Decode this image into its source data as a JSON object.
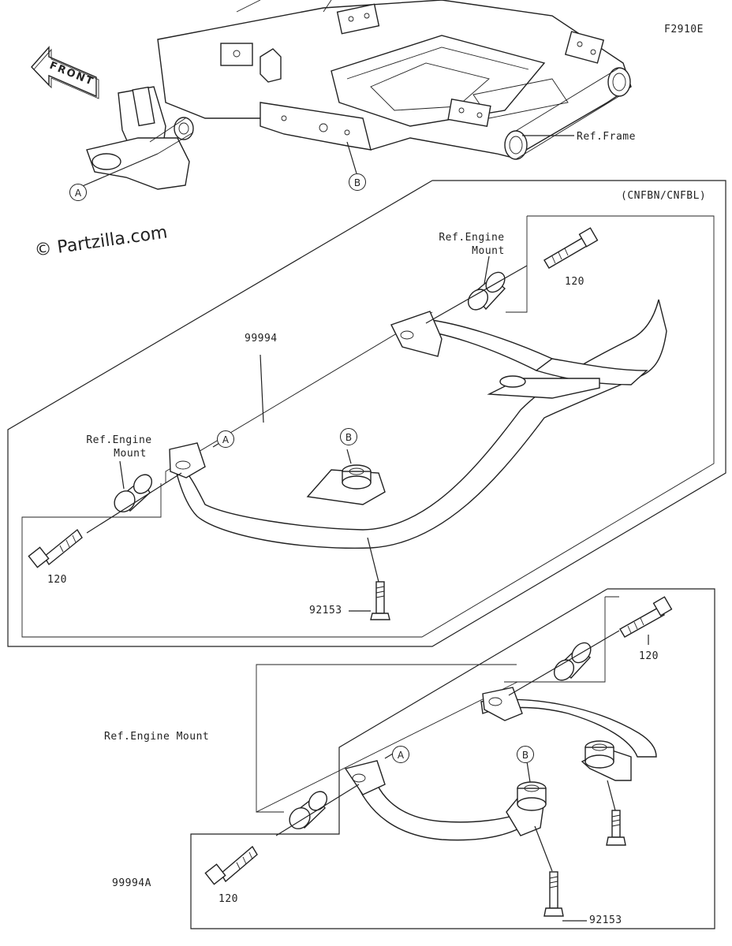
{
  "figure_code": "F2910E",
  "watermark": "© Partzilla.com",
  "front_arrow_label": "FRONT",
  "variant_note": "(CNFBN/CNFBL)",
  "callouts": {
    "a": "A",
    "b": "B"
  },
  "labels": {
    "ref_frame": "Ref.Frame",
    "ref_engine_mount_line1": "Ref.Engine",
    "ref_engine_mount_line2": "Mount",
    "ref_engine_mount_full": "Ref.Engine Mount",
    "part_99994": "99994",
    "part_99994a": "99994A",
    "part_120": "120",
    "part_92153": "92153"
  }
}
